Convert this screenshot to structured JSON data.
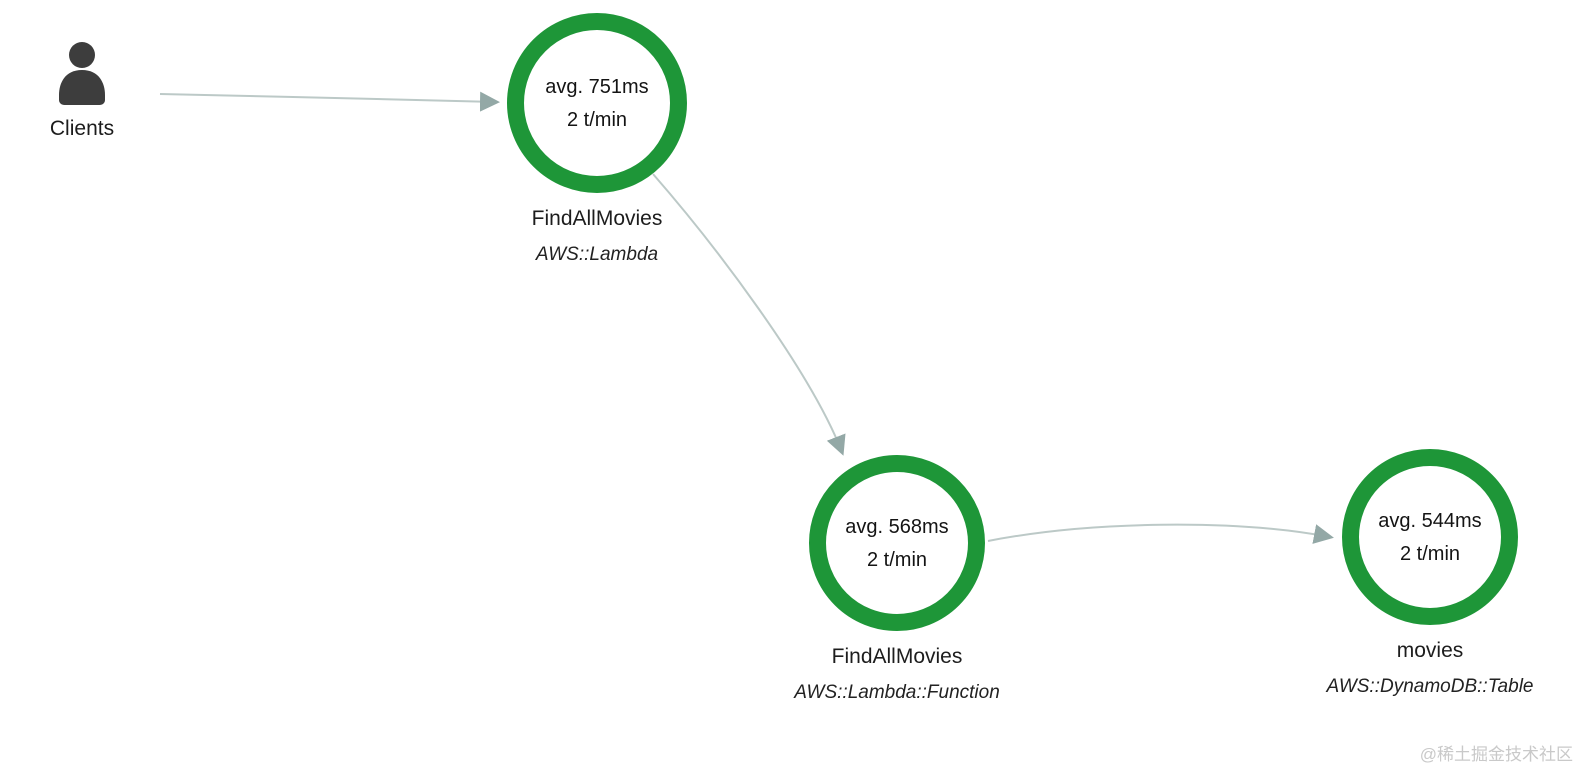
{
  "clients": {
    "label": "Clients"
  },
  "nodes": [
    {
      "label": "FindAllMovies",
      "type": "AWS::Lambda",
      "avg": "avg. 751ms",
      "rate": "2 t/min"
    },
    {
      "label": "FindAllMovies",
      "type": "AWS::Lambda::Function",
      "avg": "avg. 568ms",
      "rate": "2 t/min"
    },
    {
      "label": "movies",
      "type": "AWS::DynamoDB::Table",
      "avg": "avg. 544ms",
      "rate": "2 t/min"
    }
  ],
  "watermark": "@稀土掘金技术社区",
  "colors": {
    "ring": "#1e9638",
    "edge": "#bcc9c7",
    "arrow": "#93a8a6",
    "person": "#3d3d3d"
  }
}
